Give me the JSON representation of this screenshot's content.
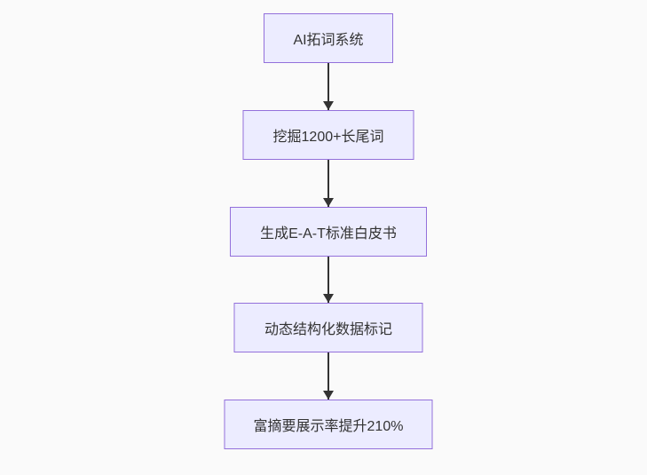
{
  "flowchart": {
    "type": "vertical-flowchart",
    "background_color": "#fafafa",
    "node_fill_color": "#ECECFF",
    "node_border_color": "#9370DB",
    "node_text_color": "#333333",
    "arrow_color": "#333333",
    "nodes": [
      {
        "label": "AI拓词系统"
      },
      {
        "label": "挖掘1200+长尾词"
      },
      {
        "label": "生成E-A-T标准白皮书"
      },
      {
        "label": "动态结构化数据标记"
      },
      {
        "label": "富摘要展示率提升210%"
      }
    ],
    "edges": [
      {
        "from": 0,
        "to": 1
      },
      {
        "from": 1,
        "to": 2
      },
      {
        "from": 2,
        "to": 3
      },
      {
        "from": 3,
        "to": 4
      }
    ]
  }
}
